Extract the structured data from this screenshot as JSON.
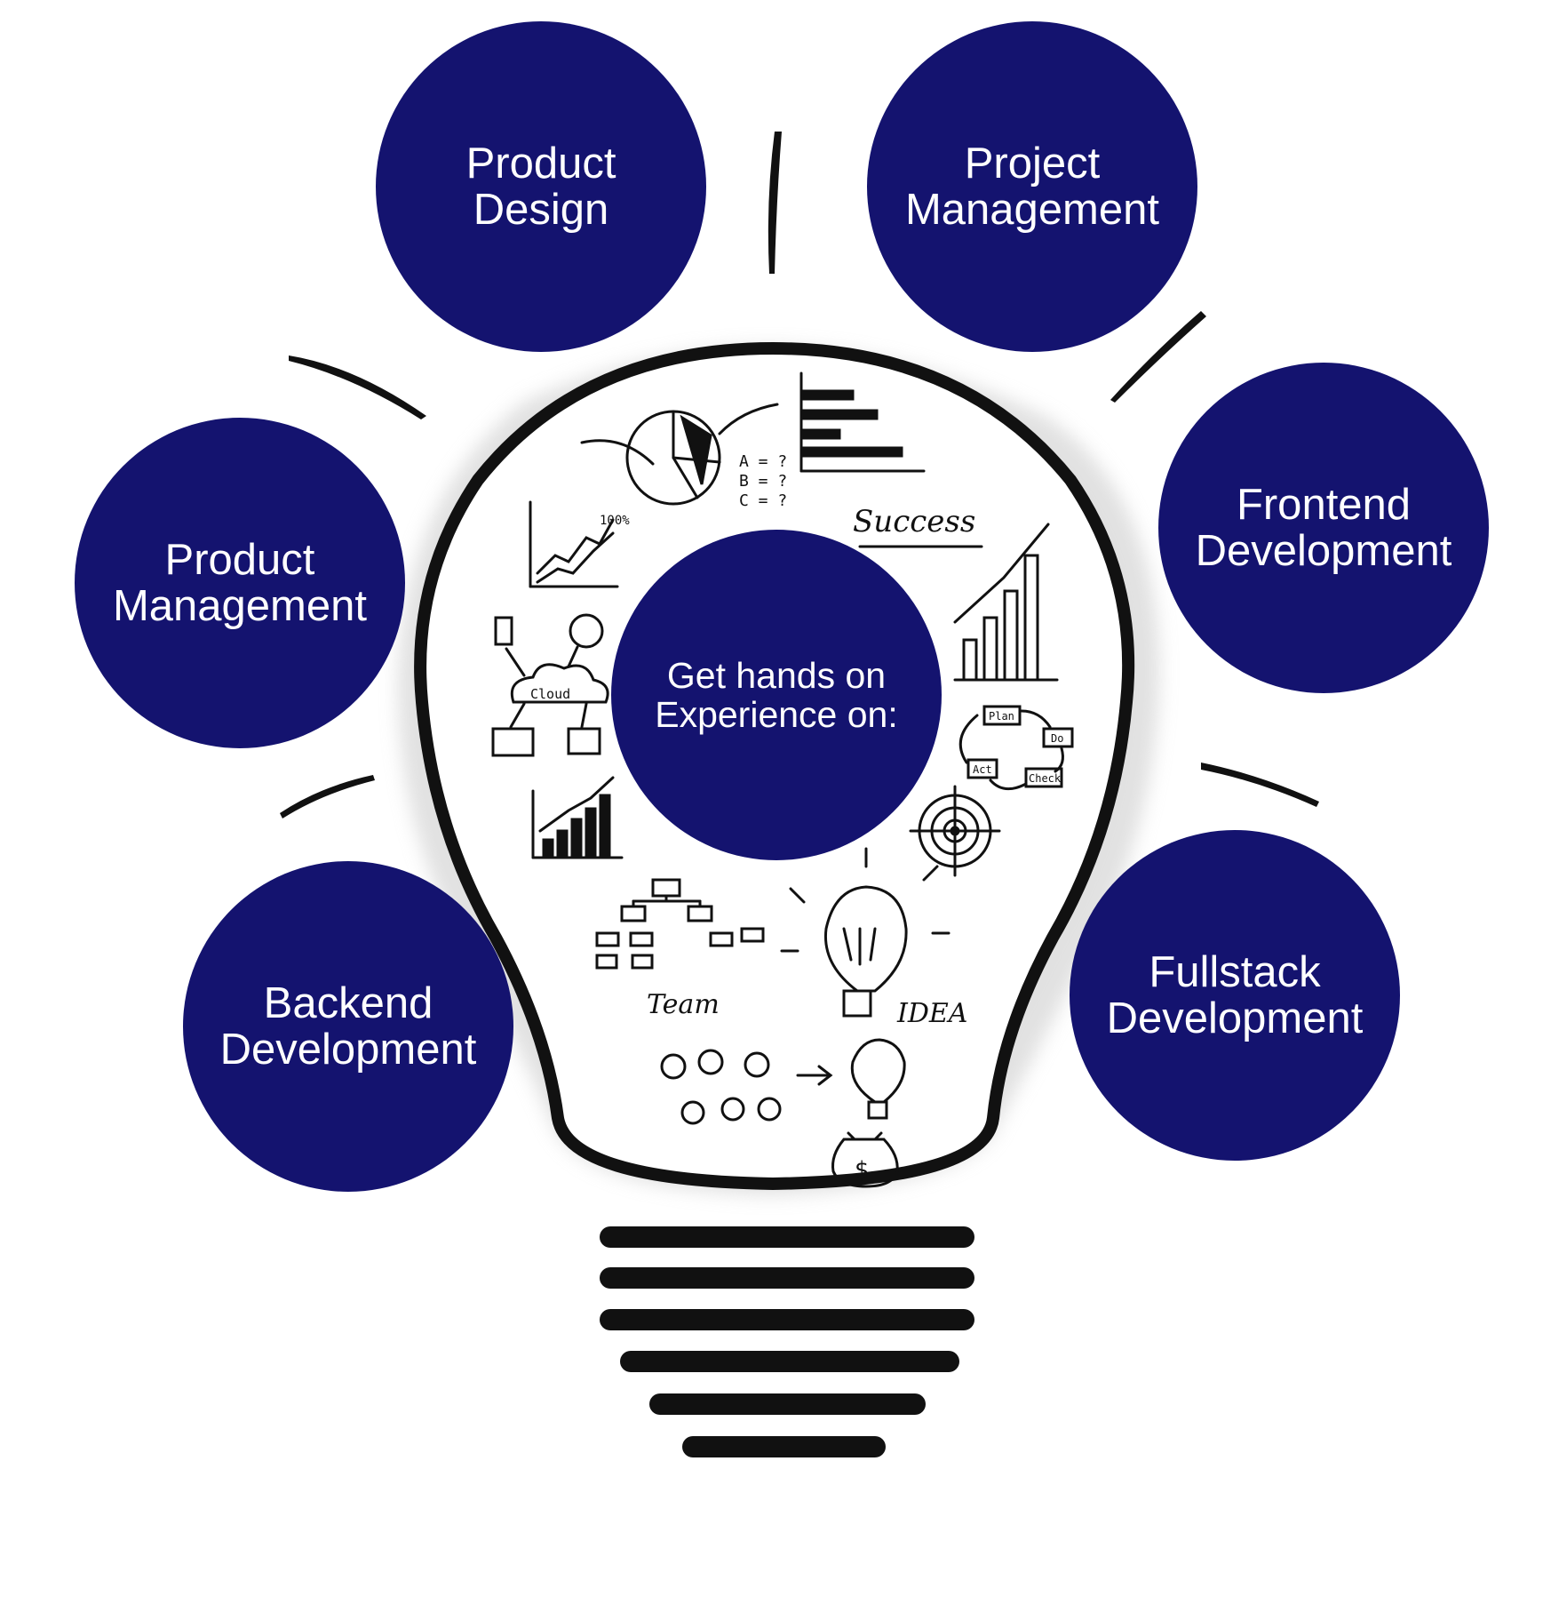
{
  "colors": {
    "bubble": "#14136f",
    "bubble_text": "#ffffff",
    "ink": "#111111"
  },
  "center": {
    "label": "Get hands on\nExperience on:"
  },
  "topics": [
    {
      "id": "product-design",
      "label": "Product\nDesign"
    },
    {
      "id": "project-management",
      "label": "Project\nManagement"
    },
    {
      "id": "product-management",
      "label": "Product\nManagement"
    },
    {
      "id": "frontend-development",
      "label": "Frontend\nDevelopment"
    },
    {
      "id": "backend-development",
      "label": "Backend\nDevelopment"
    },
    {
      "id": "fullstack-development",
      "label": "Fullstack\nDevelopment"
    }
  ],
  "sketch_labels": {
    "success": "Success",
    "team": "Team",
    "idea": "IDEA",
    "cloud": "Cloud",
    "plan": "Plan",
    "do": "Do",
    "act": "Act",
    "check": "Check",
    "percent": "100%",
    "legend": "A = ?\nB = ?\nC = ?"
  }
}
